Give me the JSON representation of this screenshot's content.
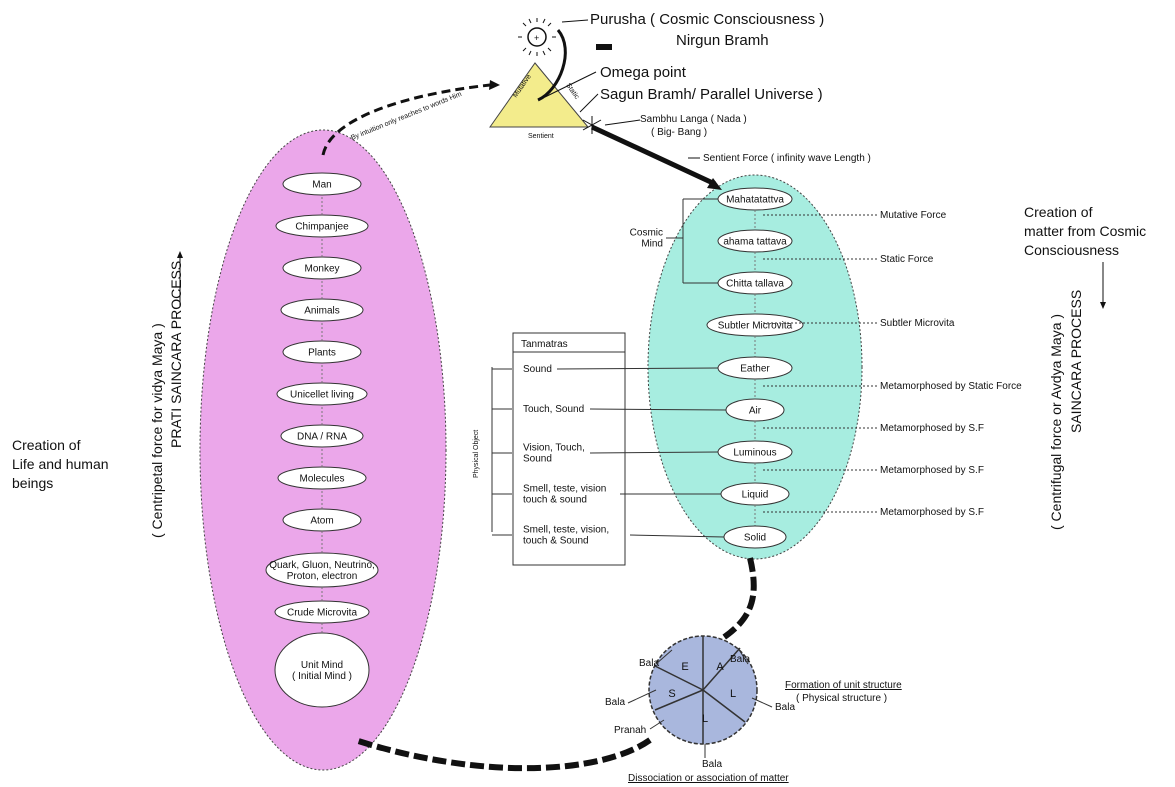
{
  "top": {
    "purusha": "Purusha ( Cosmic Consciousness )",
    "nirgun": "Nirgun Bramh",
    "omega": "Omega point",
    "sagun": "Sagun Bramh/ Parallel Universe )",
    "sambhu": "Sambhu Langa ( Nada )",
    "bigbang": "( Big- Bang )",
    "sentient_force": "Sentient Force ( infinity wave Length )"
  },
  "triangle": {
    "left": "Mutative",
    "right": "Static",
    "bottom": "Sentient",
    "plus": "+"
  },
  "intuition": "By intuition only reaches to words Him",
  "left_side": {
    "creation_line1": "Creation of",
    "creation_line2": "Life and human",
    "creation_line3": "beings",
    "force_line1": "( Centripetal force for vidya Maya )",
    "force_line2": "PRATI SAINCARA PROCESS"
  },
  "right_side": {
    "creation_line1": "Creation of",
    "creation_line2": "matter from Cosmic",
    "creation_line3": "Consciousness",
    "force_line1": "( Centrifugal force or Avdya Maya )",
    "force_line2": "SAINCARA PROCESS"
  },
  "pink_nodes": [
    "Man",
    "Chimpanjee",
    "Monkey",
    "Animals",
    "Plants",
    "Unicellet living",
    "DNA / RNA",
    "Molecules",
    "Atom",
    "Quark, Gluon, Neutrino,|Proton, electron",
    "Crude Microvita",
    "Unit Mind|( Initial Mind )"
  ],
  "green_nodes": [
    "Mahatatattva",
    "ahama tattava",
    "Chitta tallava",
    "Subtler Microvita",
    "Eather",
    "Air",
    "Luminous",
    "Liquid",
    "Solid"
  ],
  "cosmic_mind": "Cosmic|Mind",
  "forces": [
    "Mutative Force",
    "Static Force",
    "Subtler Microvita",
    "Metamorphosed by Static Force",
    "Metamorphosed by S.F",
    "Metamorphosed by S.F",
    "Metamorphosed by S.F"
  ],
  "tanmatras": {
    "header": "Tanmatras",
    "side_label": "Physical Object",
    "rows": [
      "Sound",
      "Touch, Sound",
      "Vision, Touch,|Sound",
      "Smell, teste, vision|touch & sound",
      "Smell, teste, vision,|touch & Sound"
    ]
  },
  "unit_structure": {
    "sectors": [
      "E",
      "A",
      "S",
      "L",
      "L"
    ],
    "bala": "Bala",
    "pranah": "Pranah",
    "formation": "Formation of unit structure",
    "physical": "( Physical structure )",
    "dissociation": "Dissociation or association of matter"
  },
  "colors": {
    "pink": "#eba7ea",
    "green": "#a7ede0",
    "yellow": "#f3ec8c",
    "blue": "#a9b7dd"
  }
}
